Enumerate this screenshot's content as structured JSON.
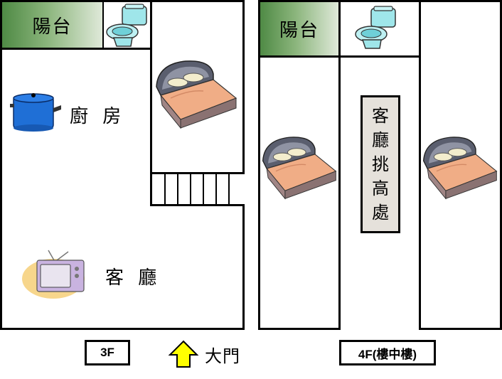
{
  "floor3": {
    "balcony_label": "陽台",
    "kitchen_label": "廚 房",
    "living_label": "客 廳",
    "floor_name": "3F",
    "entrance_label": "大門"
  },
  "floor4": {
    "balcony_label": "陽台",
    "void_chars": [
      "客",
      "廳",
      "挑",
      "高",
      "處"
    ],
    "floor_name": "4F(樓中樓)"
  },
  "colors": {
    "wall": "#000000",
    "balcony_dark": "#4f8a45",
    "arrow": "#ffff00",
    "pot": "#1f6fd6",
    "tv": "#c9b3e0",
    "bed_sheet": "#f0ad86",
    "toilet": "#9fe6ea",
    "void_panel": "#e5e1db"
  },
  "icons": [
    "toilet-icon",
    "bed-icon",
    "pot-icon",
    "tv-icon",
    "up-arrow-icon",
    "stairs"
  ]
}
